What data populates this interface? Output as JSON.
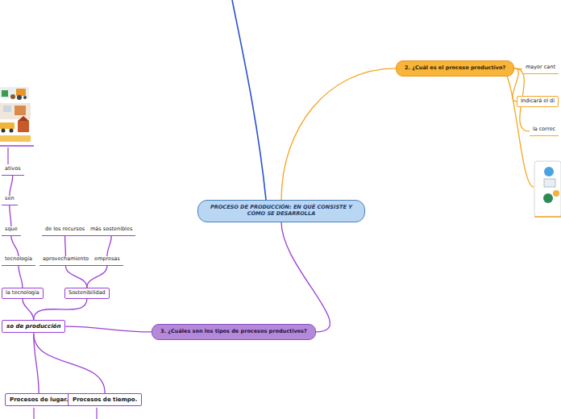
{
  "diagram": {
    "nodes": [
      {
        "text": [
          "PROCESO DE PRODUCCIÓN: EN QUÉ CONSISTE Y CÓMO SE DESARROLLA"
        ]
      },
      {
        "text": [
          "2. ¿Cuál es el proceso productivo?"
        ]
      },
      {
        "text": [
          "mayor cant"
        ]
      },
      {
        "text": [
          "Indicará el dí"
        ]
      },
      {
        "text": [
          "la correc"
        ]
      },
      {
        "text": [
          "3. ¿Cuáles son los tipos de procesos productivos?"
        ]
      },
      {
        "text": [
          "so de producción"
        ]
      },
      {
        "text": [
          "ativos"
        ]
      },
      {
        "text": [
          "sen"
        ]
      },
      {
        "text": [
          "sque"
        ]
      },
      {
        "text": [
          "de los recursos"
        ]
      },
      {
        "text": [
          "más sostenibles"
        ]
      },
      {
        "text": [
          "tecnología"
        ]
      },
      {
        "text": [
          "aprovechamiento"
        ]
      },
      {
        "text": [
          "empresas"
        ]
      },
      {
        "text": [
          "la tecnología"
        ]
      },
      {
        "text": [
          "Sostenibilidad"
        ]
      },
      {
        "text": [
          "Procesos de lugar."
        ]
      },
      {
        "text": [
          "Procesos de tiempo."
        ]
      }
    ],
    "edges": [
      {
        "from": 0,
        "to": 1,
        "arrow": "none"
      },
      {
        "from": 0,
        "to": 5,
        "arrow": "none"
      },
      {
        "from": 1,
        "to": 2,
        "arrow": "none"
      },
      {
        "from": 1,
        "to": 3,
        "arrow": "none"
      },
      {
        "from": 1,
        "to": 4,
        "arrow": "none"
      },
      {
        "from": 5,
        "to": 6,
        "arrow": "none"
      },
      {
        "from": 6,
        "to": 15,
        "arrow": "none"
      },
      {
        "from": 6,
        "to": 16,
        "arrow": "none"
      },
      {
        "from": 6,
        "to": 17,
        "arrow": "none"
      },
      {
        "from": 6,
        "to": 18,
        "arrow": "none"
      },
      {
        "from": 15,
        "to": 12,
        "arrow": "none"
      },
      {
        "from": 12,
        "to": 9,
        "arrow": "none"
      },
      {
        "from": 9,
        "to": 8,
        "arrow": "none"
      },
      {
        "from": 8,
        "to": 7,
        "arrow": "none"
      },
      {
        "from": 16,
        "to": 13,
        "arrow": "none"
      },
      {
        "from": 16,
        "to": 14,
        "arrow": "none"
      },
      {
        "from": 13,
        "to": 10,
        "arrow": "none"
      },
      {
        "from": 14,
        "to": 11,
        "arrow": "none"
      }
    ]
  }
}
